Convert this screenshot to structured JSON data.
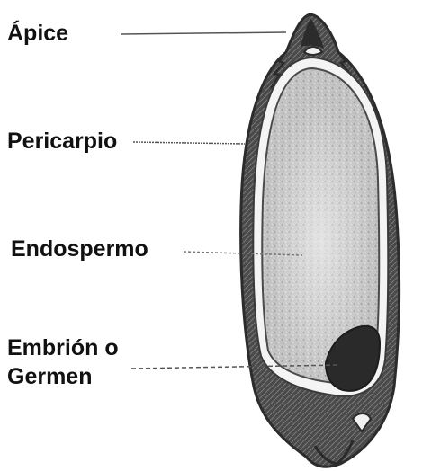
{
  "labels": {
    "apice": "Ápice",
    "pericarpio": "Pericarpio",
    "endospermo": "Endospermo",
    "embrion_line1": "Embrión o",
    "embrion_line2": "Germen"
  },
  "colors": {
    "pericarp_dark": "#3a3a3a",
    "pericarp_mid": "#6a6a6a",
    "white_band": "#f4f4f4",
    "endosperm_fill": "#c6c6c6",
    "endosperm_light": "#e6e6e6",
    "embryo_fill": "#2a2a2a",
    "leader_line": "#555555",
    "label_text": "#111111"
  }
}
